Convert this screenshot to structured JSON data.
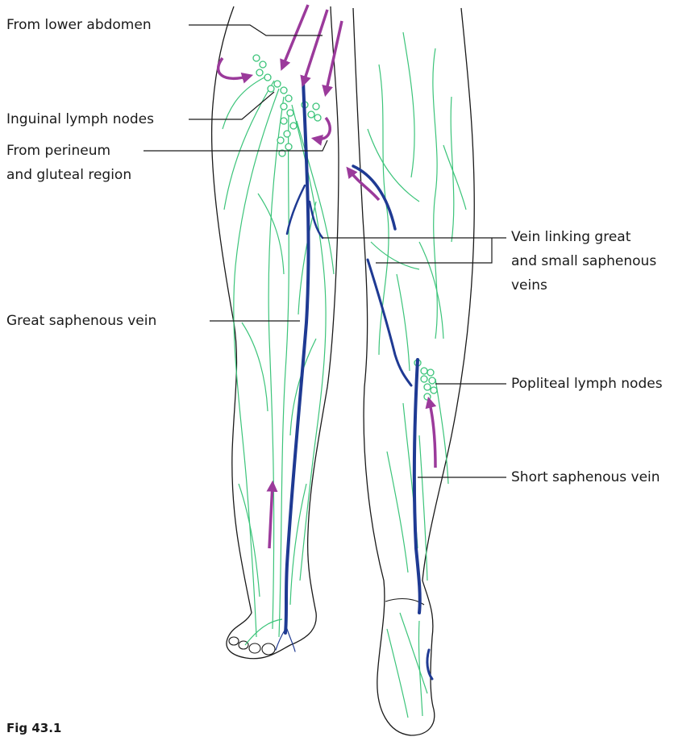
{
  "labels": {
    "from_lower_abdomen": "From lower abdomen",
    "inguinal_nodes": "Inguinal lymph nodes",
    "from_perineum_line1": "From perineum",
    "from_perineum_line2": "and gluteal region",
    "great_saphenous_vein": "Great saphenous vein",
    "vein_linking_line1": "Vein linking great",
    "vein_linking_line2": "and small saphenous",
    "vein_linking_line3": "veins",
    "popliteal_nodes": "Popliteal lymph nodes",
    "short_saphenous_vein": "Short saphenous vein"
  },
  "caption": "Fig 43.1",
  "colors": {
    "lymph_vessel": "#3cc47a",
    "vein": "#1f3a93",
    "flow_arrow": "#9b3a9b",
    "outline": "#1a1a1a"
  }
}
